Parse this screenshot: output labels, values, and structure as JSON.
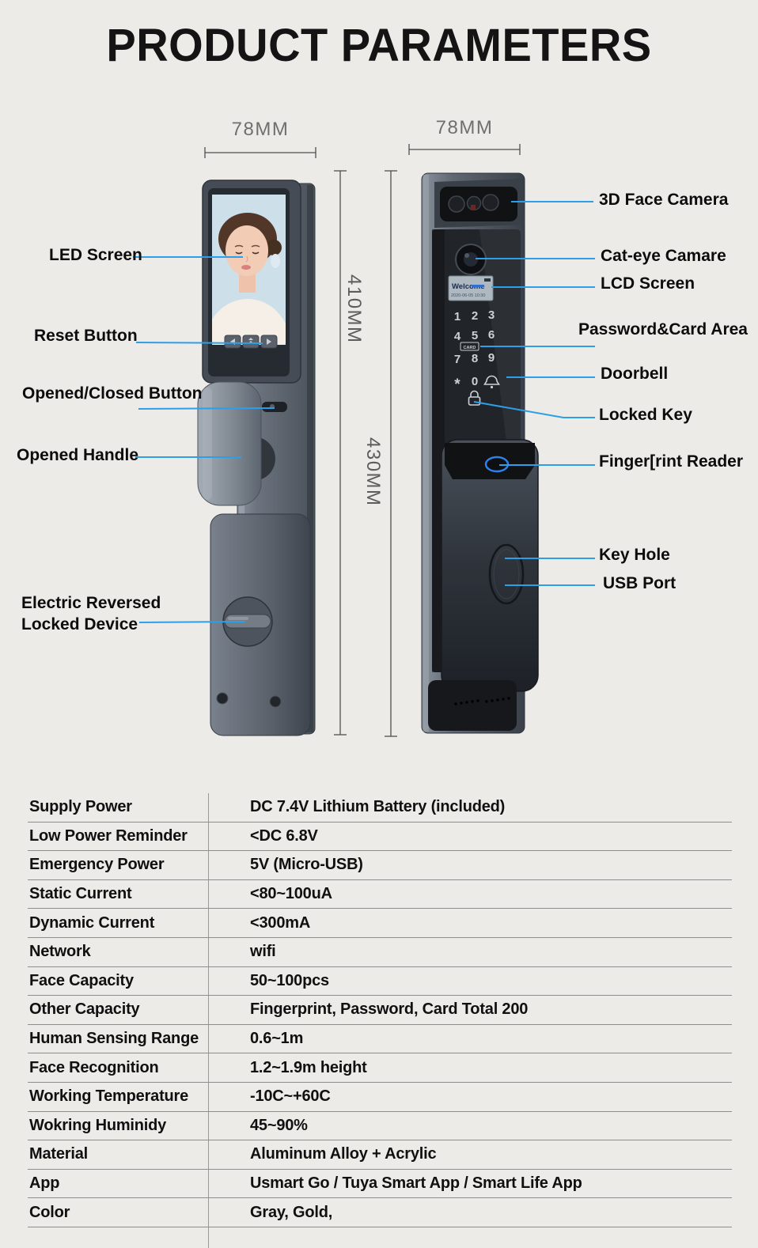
{
  "page": {
    "title": "PRODUCT PARAMETERS",
    "background_color": "#ECEBE7",
    "accent_blue": "#2D9FE8"
  },
  "diagram": {
    "dimensions": {
      "left_width": "78MM",
      "right_width": "78MM",
      "left_height": "410MM",
      "right_height": "430MM"
    },
    "labels": {
      "led_screen": "LED Screen",
      "reset_button": "Reset Button",
      "opened_closed_button": "Opened/Closed Button",
      "opened_handle": "Opened Handle",
      "electric_reversed_line1": "Electric Reversed",
      "electric_reversed_line2": "Locked Device",
      "face_camera": "3D Face Camera",
      "cat_eye_camera": "Cat-eye Camare",
      "lcd_screen": "LCD Screen",
      "password_card_area": "Password&Card Area",
      "doorbell": "Doorbell",
      "locked_key": "Locked Key",
      "fingerprint_reader": "Finger[rint Reader",
      "key_hole": "Key Hole",
      "usb_port": "USB Port"
    },
    "lcd": {
      "line1": "Welcome",
      "line2": "2020-06-05 10:30"
    },
    "keypad": {
      "keys": [
        "1",
        "2",
        "3",
        "4",
        "5",
        "6",
        "7",
        "8",
        "9",
        "*",
        "0"
      ],
      "card_label": "CARD"
    }
  },
  "table": {
    "rows": [
      {
        "label": "Supply Power",
        "value": "DC 7.4V Lithium Battery (included)"
      },
      {
        "label": "Low Power Reminder",
        "value": "<DC 6.8V"
      },
      {
        "label": "Emergency Power",
        "value": "5V (Micro-USB)"
      },
      {
        "label": "Static Current",
        "value": "<80~100uA"
      },
      {
        "label": "Dynamic Current",
        "value": "<300mA"
      },
      {
        "label": "Network",
        "value": "wifi"
      },
      {
        "label": "Face Capacity",
        "value": "50~100pcs"
      },
      {
        "label": "Other Capacity",
        "value": "Fingerprint, Password, Card Total 200"
      },
      {
        "label": "Human Sensing Range",
        "value": "0.6~1m"
      },
      {
        "label": "Face Recognition",
        "value": "1.2~1.9m  height"
      },
      {
        "label": "Working Temperature",
        "value": "-10C~+60C"
      },
      {
        "label": "Wokring Huminidy",
        "value": "45~90%"
      },
      {
        "label": "Material",
        "value": "Aluminum Alloy + Acrylic"
      },
      {
        "label": "App",
        "value": "Usmart Go / Tuya Smart App / Smart Life App"
      },
      {
        "label": "Color",
        "value": "Gray, Gold,"
      }
    ]
  }
}
